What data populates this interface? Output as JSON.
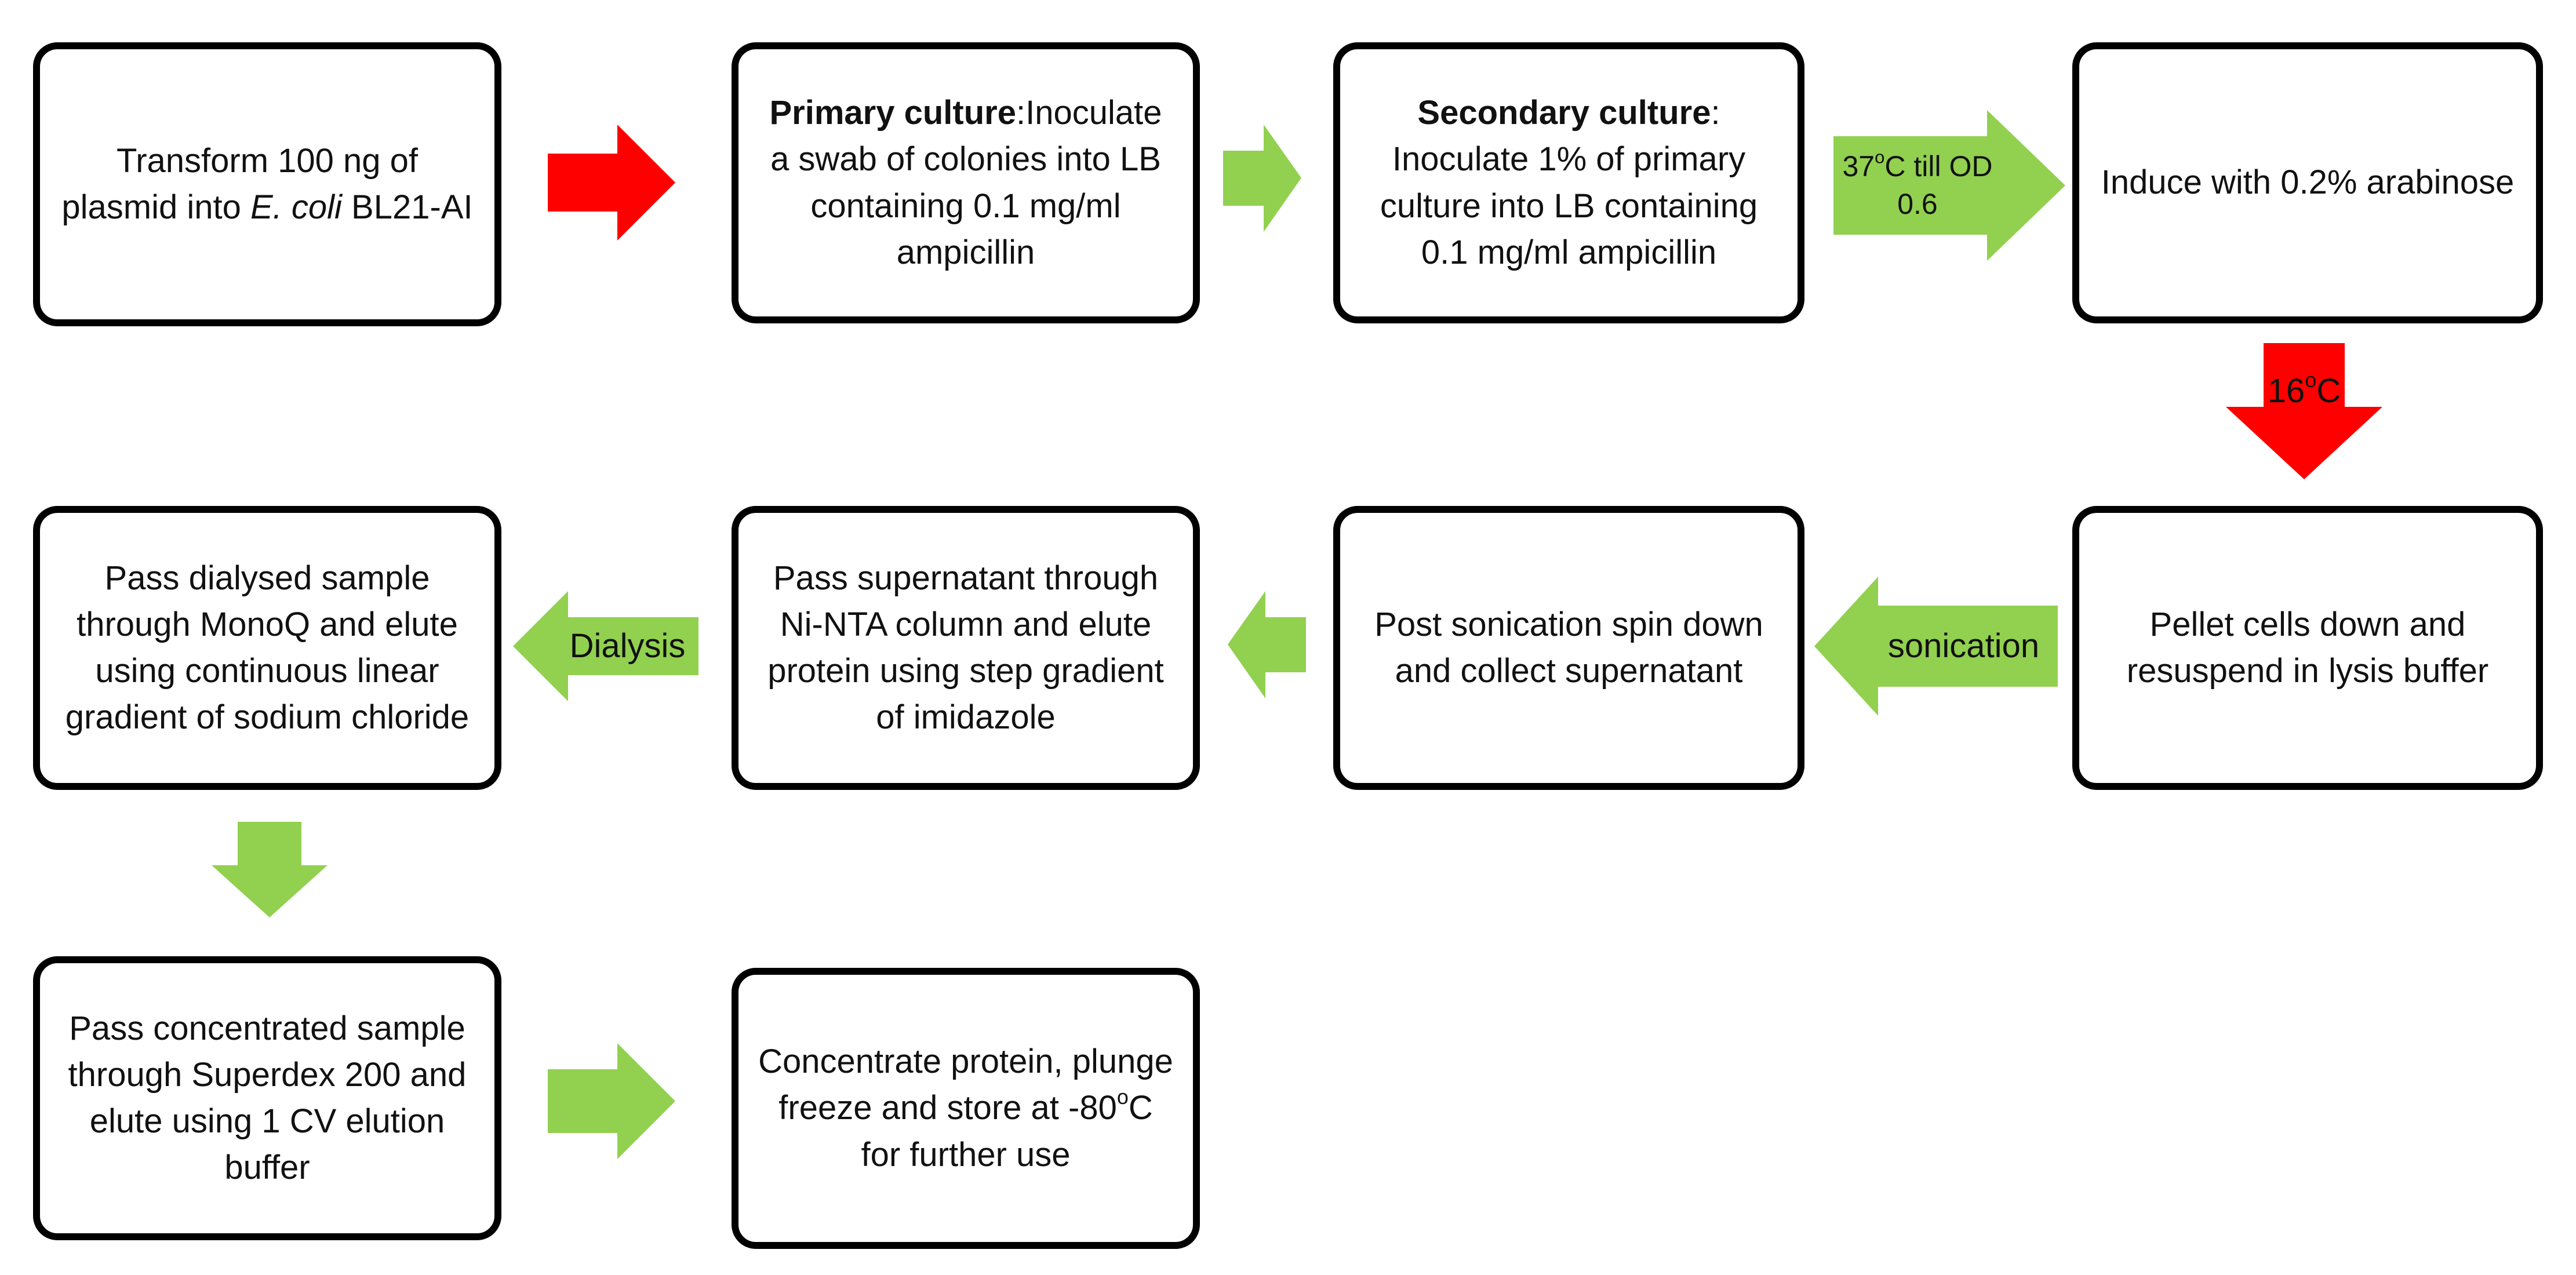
{
  "colors": {
    "red_arrow": "#ff0000",
    "green_arrow": "#92d050",
    "box_border": "#000000",
    "box_fill": "#ffffff"
  },
  "steps": {
    "transform": {
      "pre": "Transform 100 ng of plasmid into ",
      "italic": "E. coli",
      "post": " BL21-AI"
    },
    "primary": {
      "bold": "Primary culture",
      "colon": ":",
      "text": "Inoculate a swab of colonies into LB containing 0.1 mg/ml ampicillin"
    },
    "secondary": {
      "bold": "Secondary culture",
      "colon": ":",
      "text": "Inoculate 1% of primary culture into LB containing 0.1 mg/ml ampicillin"
    },
    "induce": {
      "text": "Induce with 0.2% arabinose"
    },
    "pellet": {
      "text": "Pellet cells down and resuspend in lysis buffer"
    },
    "spin": {
      "text": "Post sonication spin down and collect supernatant"
    },
    "ni_nta": {
      "text": "Pass supernatant through Ni-NTA column and elute protein using step gradient of imidazole"
    },
    "monoq": {
      "text": "Pass dialysed sample through MonoQ and elute using continuous linear gradient of sodium chloride"
    },
    "superdex": {
      "text": "Pass concentrated sample through Superdex 200 and elute using 1 CV elution buffer"
    },
    "concentrate": {
      "pre": "Concentrate protein, plunge freeze and store at -80",
      "sup": "o",
      "post": "C for further use"
    }
  },
  "arrows": {
    "temp_37": {
      "pre": "37",
      "sup": "o",
      "post": "C till OD 0.6"
    },
    "temp_16": {
      "pre": "16",
      "sup": "o",
      "post": "C"
    },
    "sonication": "sonication",
    "dialysis": "Dialysis"
  }
}
